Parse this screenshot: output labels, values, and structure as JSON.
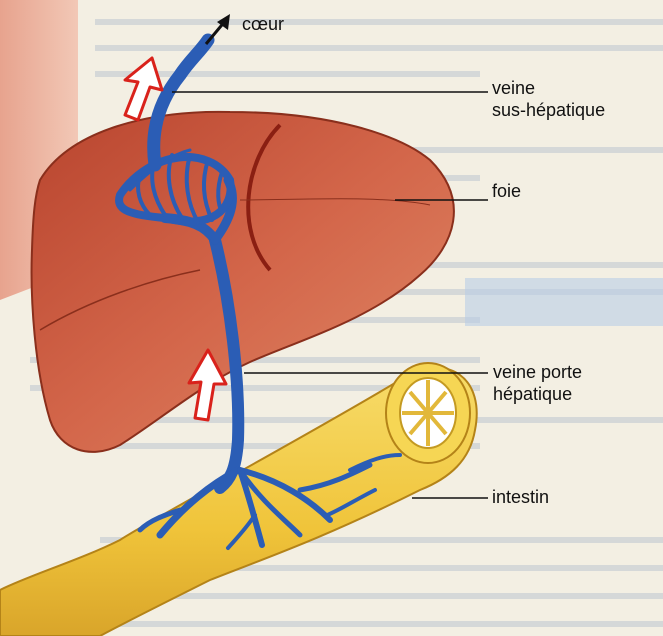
{
  "labels": {
    "coeur": "cœur",
    "veine_sus_line1": "veine",
    "veine_sus_line2": "sus-hépatique",
    "foie": "foie",
    "veine_porte_line1": "veine porte",
    "veine_porte_line2": "hépatique",
    "intestin": "intestin"
  },
  "colors": {
    "liver": "#c8553c",
    "vessel": "#2b5db5",
    "intestine": "#f2c93a",
    "flow_arrow": "#d9221b",
    "background_page": "#f3efe3"
  }
}
